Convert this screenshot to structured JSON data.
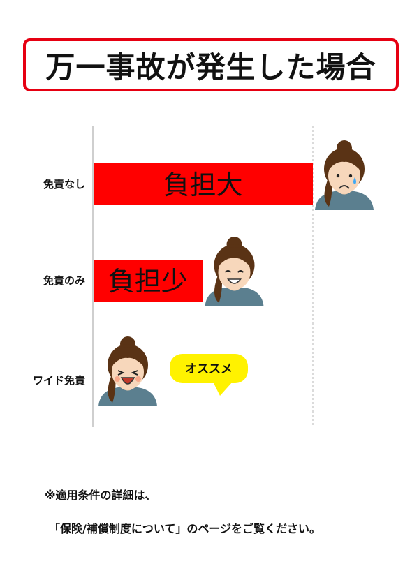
{
  "title": "万一事故が発生した場合",
  "chart_data": {
    "type": "bar",
    "orientation": "horizontal",
    "categories": [
      "免責なし",
      "免責のみ",
      "ワイド免責"
    ],
    "values": [
      3,
      1.5,
      0
    ],
    "xlim": [
      0,
      3
    ],
    "bar_labels": [
      "負担大",
      "負担少",
      ""
    ],
    "grid": false,
    "colors": {
      "bar": "#ff0000"
    },
    "annotations": [
      {
        "category": "免責なし",
        "face": "crying-face-icon"
      },
      {
        "category": "免責のみ",
        "face": "smiling-face-icon"
      },
      {
        "category": "ワイド免責",
        "face": "laughing-face-icon",
        "bubble": "オススメ"
      }
    ],
    "bubble_color": "#fff200"
  },
  "notes": [
    "※適用条件の詳細は、",
    "「保険/補償制度について」のページをご覧ください。"
  ]
}
